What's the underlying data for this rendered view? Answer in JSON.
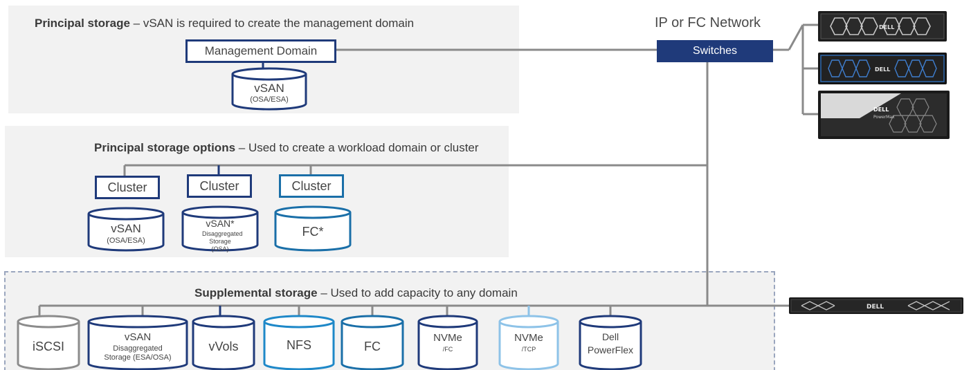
{
  "network": {
    "label": "IP or FC Network",
    "switches_label": "Switches"
  },
  "principal": {
    "heading_bold": "Principal storage",
    "heading_rest": " – vSAN is required to create the management domain",
    "domain_label": "Management Domain",
    "cylinder": {
      "line1": "vSAN",
      "line2": "(OSA/ESA)"
    }
  },
  "options": {
    "heading_bold": "Principal storage options",
    "heading_rest": " – Used to create a workload domain or cluster",
    "clusters": [
      {
        "label": "Cluster",
        "line1": "vSAN",
        "line2": "(OSA/ESA)"
      },
      {
        "label": "Cluster",
        "line1": "vSAN*",
        "line2": "Disaggregated Storage (OSA)"
      },
      {
        "label": "Cluster",
        "line1": "FC*",
        "line2": ""
      }
    ]
  },
  "supplemental": {
    "heading_bold": "Supplemental storage",
    "heading_rest": " – Used to add capacity to any domain",
    "items": [
      {
        "line1": "iSCSI",
        "line2": ""
      },
      {
        "line1": "vSAN",
        "line2": "Disaggregated Storage (ESA/OSA)"
      },
      {
        "line1": "vVols",
        "line2": ""
      },
      {
        "line1": "NFS",
        "line2": ""
      },
      {
        "line1": "FC",
        "line2": ""
      },
      {
        "line1": "NVMe",
        "line2": "/FC"
      },
      {
        "line1": "NVMe",
        "line2": "/TCP"
      },
      {
        "line1": "Dell",
        "line2": "PowerFlex"
      }
    ]
  },
  "hardware": {
    "brand": "DELL",
    "model": "PowerMax"
  },
  "colors": {
    "navy": "#1f3a7a",
    "steel_blue": "#1a6fa8",
    "bright_blue": "#1e88c8",
    "light_blue": "#8ec3e8",
    "gray": "#8c8c8c",
    "connector": "#8a8a8a"
  }
}
